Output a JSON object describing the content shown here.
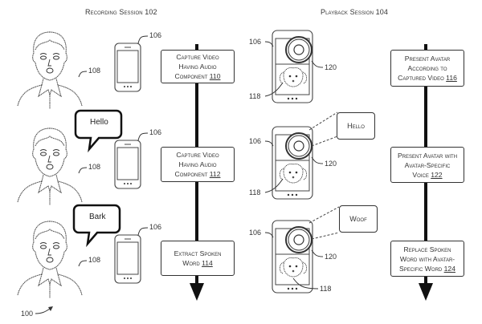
{
  "figure_ref": "100",
  "recording": {
    "title": "Recording Session 102",
    "person_ref": "108",
    "device_ref": "106",
    "steps": [
      {
        "lines": [
          "Capture Video",
          "Having Audio"
        ],
        "last_line": "Component ",
        "ref": "110"
      },
      {
        "lines": [
          "Capture Video",
          "Having Audio"
        ],
        "last_line": "Component ",
        "ref": "112"
      },
      {
        "lines": [
          "Extract Spoken"
        ],
        "last_line": "Word ",
        "ref": "114"
      }
    ],
    "speech": [
      "",
      "Hello",
      "Bark"
    ]
  },
  "playback": {
    "title": "Playback Session 104",
    "device_ref": "106",
    "camera_ref": "120",
    "avatar_ref": "118",
    "steps": [
      {
        "lines": [
          "Present Avatar",
          "According to"
        ],
        "last_line": "Captured Video ",
        "ref": "116"
      },
      {
        "lines": [
          "Present Avatar with",
          "Avatar-Specific"
        ],
        "last_line": "Voice ",
        "ref": "122"
      },
      {
        "lines": [
          "Replace Spoken",
          "Word with Avatar-"
        ],
        "last_line": "Specific Word ",
        "ref": "124"
      }
    ],
    "callouts": [
      "",
      "Hello",
      "Woof"
    ]
  }
}
